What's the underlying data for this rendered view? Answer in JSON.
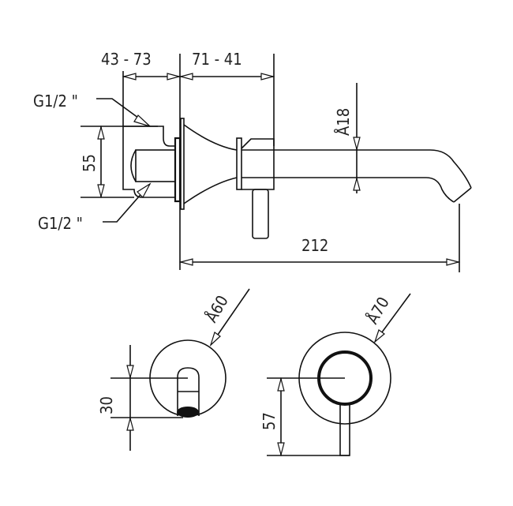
{
  "dimensions": {
    "depth_range_1": "43  - 73",
    "depth_range_2": "71  - 41",
    "thread_top": "G1/2 \"",
    "thread_bottom": "G1/2 \"",
    "body_height": "55",
    "spout_diameter": "Å18",
    "spout_length": "212",
    "spout_plate_diameter": "Å60",
    "spout_offset": "30",
    "mixer_plate_diameter": "Å70",
    "lever_offset": "57"
  }
}
